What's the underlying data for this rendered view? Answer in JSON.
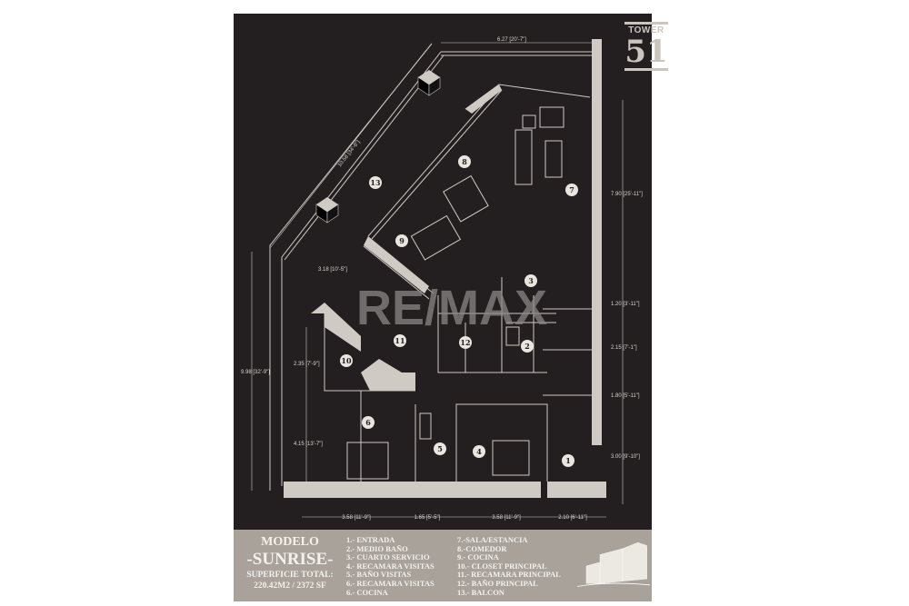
{
  "logo": {
    "line1": "TOWER",
    "line2": "51"
  },
  "watermark": "RE/MAX",
  "dimensions": {
    "top": "6.27 [20'-7\"]",
    "diagonal": "10.58 [34'-8\"]",
    "right_1": "7.90 [25'-11\"]",
    "right_2": "1.20 [3'-11\"]",
    "right_3": "2.15 [7'-1\"]",
    "right_4": "1.80 [5'-11\"]",
    "right_5": "3.00 [9'-10\"]",
    "left_diag": "3.18 [10'-5\"]",
    "left_1": "2.35 [7'-9\"]",
    "left_total": "9.98 [32'-9\"]",
    "left_2": "4.15 [13'-7\"]",
    "bottom_1": "3.58 [11'-9\"]",
    "bottom_2": "1.65 [5'-5\"]",
    "bottom_3": "3.58 [11'-9\"]",
    "bottom_4": "2.10 [6'-11\"]"
  },
  "rooms": [
    "1",
    "2",
    "3",
    "4",
    "5",
    "6",
    "7",
    "8",
    "9",
    "10",
    "11",
    "12",
    "13"
  ],
  "info": {
    "modelo": "MODELO",
    "name": "-SUNRISE-",
    "surface_label": "SUPERFICIE TOTAL:",
    "surface_value": "220.42M2 / 2372 SF"
  },
  "legend_col1": [
    "1.- ENTRADA",
    "2.- MEDIO BAÑO",
    "3.- CUARTO SERVICIO",
    "4.- RECAMARA VISITAS",
    "5.- BAÑO VISITAS",
    "6.- RECAMARA VISITAS",
    "6.- COCINA"
  ],
  "legend_col2": [
    "7.-SALA/ESTANCIA",
    "8.-COMEDOR",
    "9.- COCINA",
    "10.- CLOSET PRINCIPAL",
    "11.- RECAMARA PRINCIPAL",
    "12.- BAÑO PRINCIPAL",
    "13.- BALCON"
  ],
  "colors": {
    "background": "#231f20",
    "walls": "#cfcac4",
    "band": "#a8a29b"
  }
}
